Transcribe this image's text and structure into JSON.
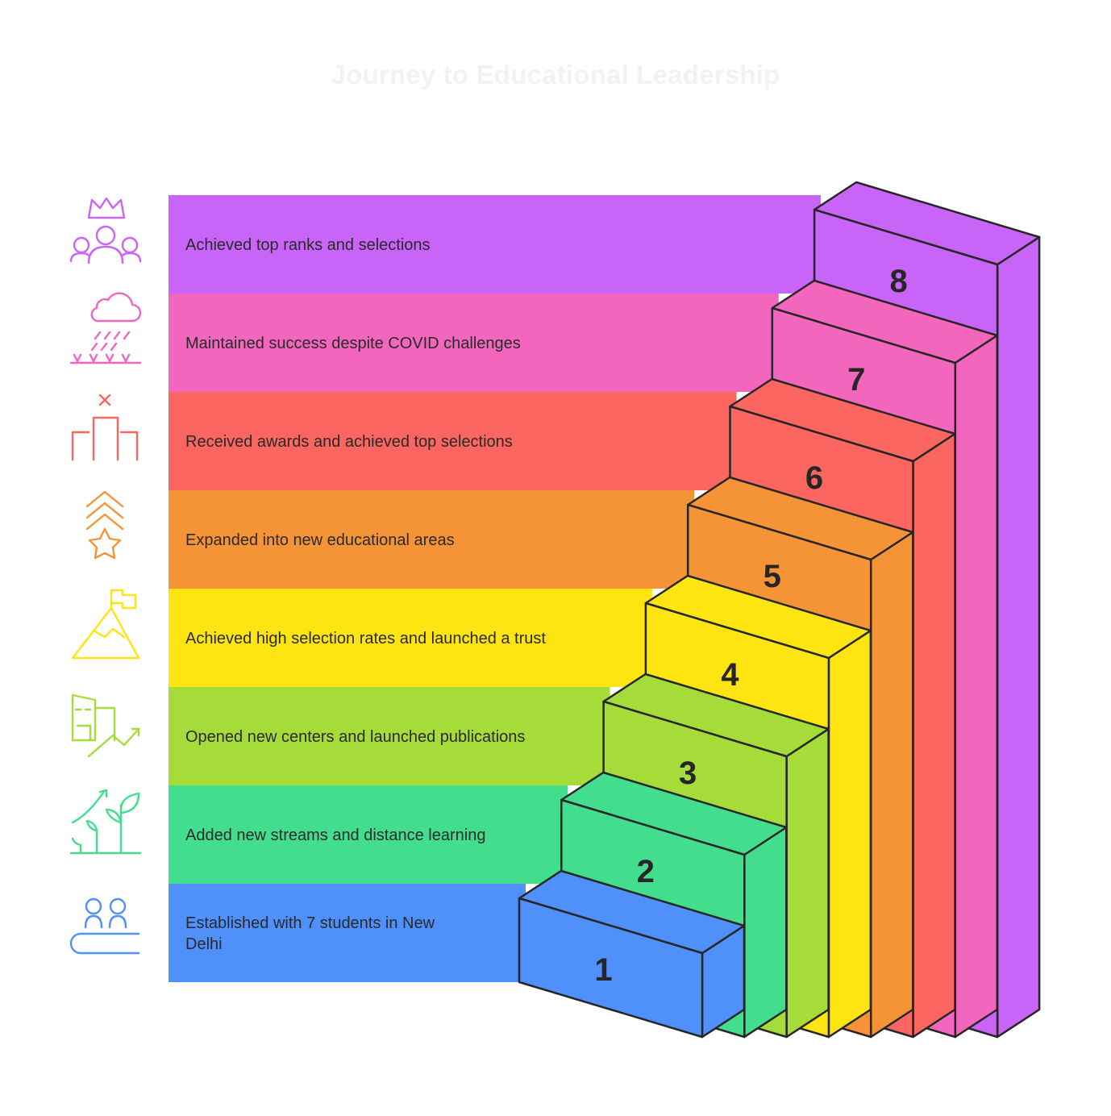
{
  "title": "Journey to Educational Leadership",
  "steps": [
    {
      "number": "1",
      "label": "Established with 7 students in New Delhi",
      "label_lines": [
        "Established with 7 students in New",
        "Delhi"
      ],
      "color": "#4f90fb",
      "icon": "people-on-platform-icon"
    },
    {
      "number": "2",
      "label": "Added new streams and distance learning",
      "label_lines": [
        "Added new streams and distance learning"
      ],
      "color": "#42de8e",
      "icon": "growing-plants-icon"
    },
    {
      "number": "3",
      "label": "Opened new centers and launched publications",
      "label_lines": [
        "Opened new centers and launched publications"
      ],
      "color": "#a6dc3a",
      "icon": "buildings-growth-icon"
    },
    {
      "number": "4",
      "label": "Achieved high selection rates and launched a trust",
      "label_lines": [
        "Achieved high selection rates and launched a trust"
      ],
      "color": "#fee511",
      "icon": "mountain-flag-icon"
    },
    {
      "number": "5",
      "label": "Expanded into new educational areas",
      "label_lines": [
        "Expanded into new educational areas"
      ],
      "color": "#f59436",
      "icon": "chevrons-star-icon"
    },
    {
      "number": "6",
      "label": "Received awards and achieved top selections",
      "label_lines": [
        "Received awards and achieved top selections"
      ],
      "color": "#fb6660",
      "icon": "podium-icon"
    },
    {
      "number": "7",
      "label": "Maintained success despite COVID challenges",
      "label_lines": [
        "Maintained success despite COVID challenges"
      ],
      "color": "#f366bd",
      "icon": "rain-cloud-icon"
    },
    {
      "number": "8",
      "label": "Achieved top ranks and selections",
      "label_lines": [
        "Achieved top ranks and selections"
      ],
      "color": "#c964f8",
      "icon": "crowned-team-icon"
    }
  ]
}
